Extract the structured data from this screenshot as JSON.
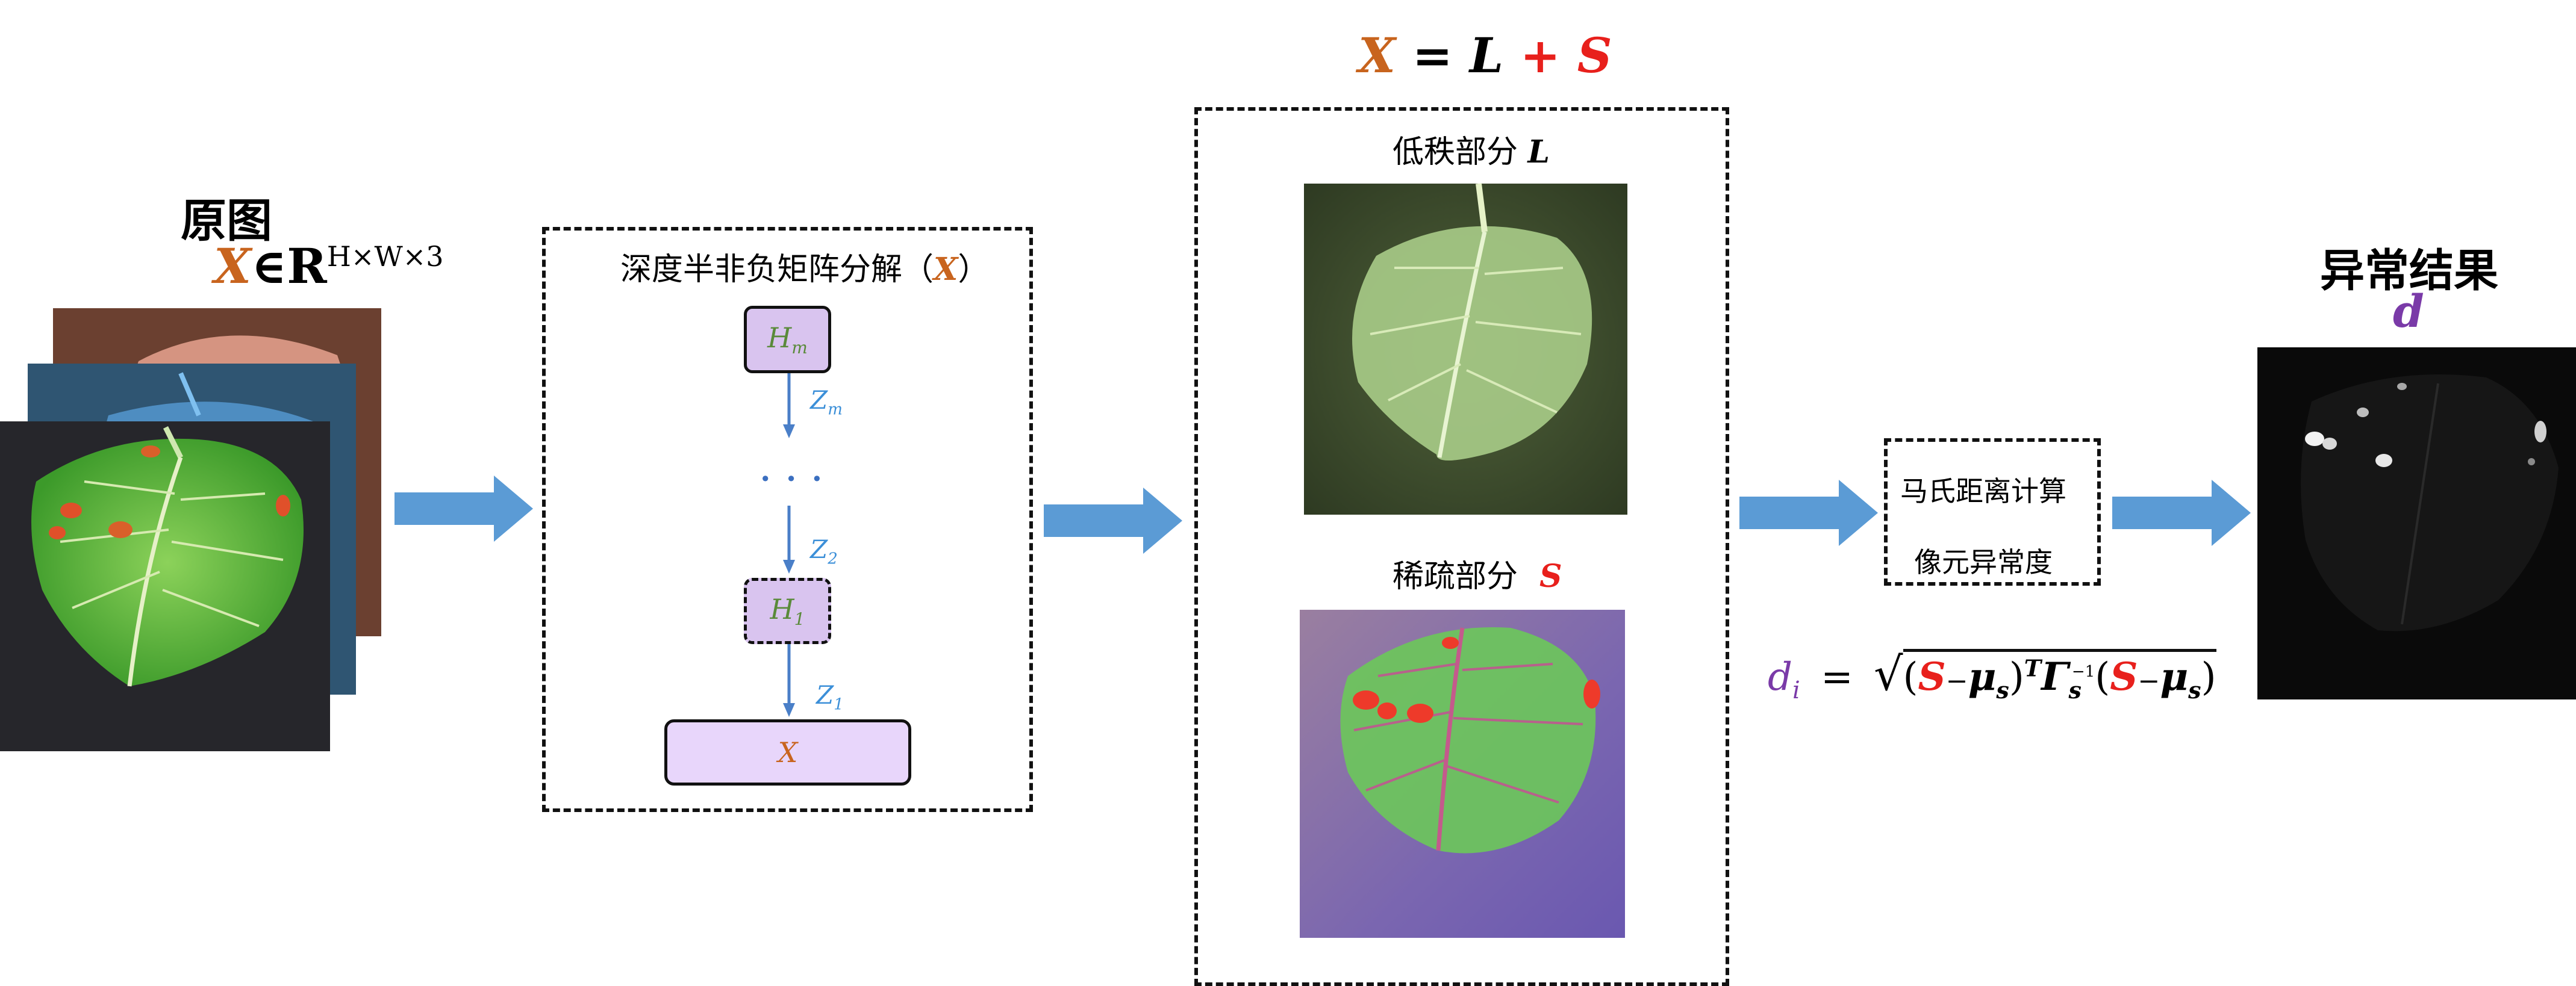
{
  "colors": {
    "arrow_blue": "#5b9bd5",
    "x_orange": "#c8641e",
    "s_red": "#e8201c",
    "z_blue": "#3b8fd8",
    "d_purple": "#7a3aa8",
    "node_fill": "#d9c4ef",
    "node_fill_light": "#e8d6fb"
  },
  "original": {
    "title": "原图",
    "x_symbol": "X",
    "in_symbol": "∈",
    "real_symbol": "R",
    "dims": "H×W×3"
  },
  "dsnmf": {
    "title": "深度半非负矩阵分解（",
    "title_var": "X",
    "title_close": "）",
    "h_m": "H",
    "h_m_sub": "m",
    "z_m": "Z",
    "z_m_sub": "m",
    "ellipsis": "· · ·",
    "z_2": "Z",
    "z_2_sub": "2",
    "h_1": "H",
    "h_1_sub": "1",
    "z_1": "Z",
    "z_1_sub": "1",
    "x_node": "X"
  },
  "decomposition": {
    "eq_x": "X",
    "eq_equals": " = ",
    "eq_l": "L",
    "eq_plus": " + ",
    "eq_s": "S",
    "low_rank_label": "低秩部分 ",
    "low_rank_var": "L",
    "sparse_label": "稀疏部分",
    "sparse_var": "S"
  },
  "mahalanobis": {
    "line1": "马氏距离计算",
    "line2": "像元异常度",
    "formula_d": "d",
    "formula_i": "i",
    "formula_eq": "=",
    "formula_open": "(",
    "formula_s": "S",
    "formula_minus": "−",
    "formula_mu": "μ",
    "formula_sub_s": "s",
    "formula_close": ")",
    "formula_t": "T",
    "formula_gamma": "Γ",
    "formula_inv": "−1"
  },
  "result": {
    "title": "异常结果",
    "d_symbol": "d"
  }
}
